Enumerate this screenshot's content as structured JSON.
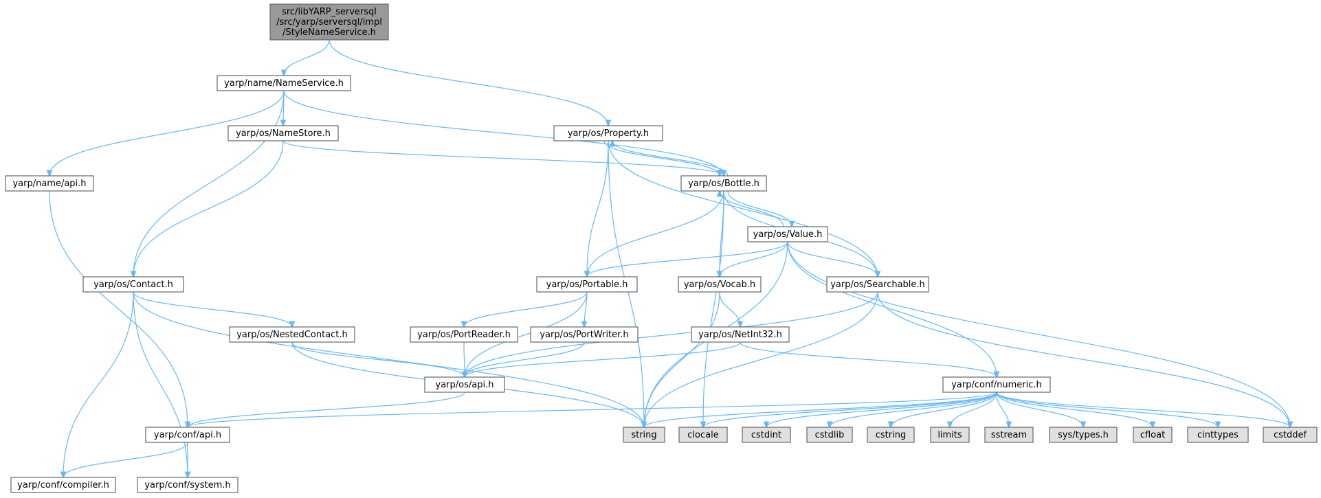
{
  "colors": {
    "root_fill": "#999999",
    "node_fill": "#ffffff",
    "external_fill": "#e0e0e0",
    "border": "#666666",
    "edge": "#63b8ff"
  },
  "nodes": [
    {
      "id": "root",
      "kind": "root",
      "lines": [
        "src/libYARP_serversql",
        "/src/yarp/serversql/impl",
        "/StyleNameService.h"
      ]
    },
    {
      "id": "nameservice",
      "kind": "header",
      "lines": [
        "yarp/name/NameService.h"
      ]
    },
    {
      "id": "nameapi",
      "kind": "header",
      "lines": [
        "yarp/name/api.h"
      ]
    },
    {
      "id": "namestore",
      "kind": "header",
      "lines": [
        "yarp/os/NameStore.h"
      ]
    },
    {
      "id": "property",
      "kind": "header",
      "lines": [
        "yarp/os/Property.h"
      ]
    },
    {
      "id": "bottle",
      "kind": "header",
      "lines": [
        "yarp/os/Bottle.h"
      ]
    },
    {
      "id": "value",
      "kind": "header",
      "lines": [
        "yarp/os/Value.h"
      ]
    },
    {
      "id": "contact",
      "kind": "header",
      "lines": [
        "yarp/os/Contact.h"
      ]
    },
    {
      "id": "portable",
      "kind": "header",
      "lines": [
        "yarp/os/Portable.h"
      ]
    },
    {
      "id": "vocab",
      "kind": "header",
      "lines": [
        "yarp/os/Vocab.h"
      ]
    },
    {
      "id": "searchable",
      "kind": "header",
      "lines": [
        "yarp/os/Searchable.h"
      ]
    },
    {
      "id": "nestedcontact",
      "kind": "header",
      "lines": [
        "yarp/os/NestedContact.h"
      ]
    },
    {
      "id": "portreader",
      "kind": "header",
      "lines": [
        "yarp/os/PortReader.h"
      ]
    },
    {
      "id": "portwriter",
      "kind": "header",
      "lines": [
        "yarp/os/PortWriter.h"
      ]
    },
    {
      "id": "netint32",
      "kind": "header",
      "lines": [
        "yarp/os/NetInt32.h"
      ]
    },
    {
      "id": "osapi",
      "kind": "header",
      "lines": [
        "yarp/os/api.h"
      ]
    },
    {
      "id": "numeric",
      "kind": "header",
      "lines": [
        "yarp/conf/numeric.h"
      ]
    },
    {
      "id": "confapi",
      "kind": "header",
      "lines": [
        "yarp/conf/api.h"
      ]
    },
    {
      "id": "compiler",
      "kind": "header",
      "lines": [
        "yarp/conf/compiler.h"
      ]
    },
    {
      "id": "system",
      "kind": "header",
      "lines": [
        "yarp/conf/system.h"
      ]
    },
    {
      "id": "string",
      "kind": "external",
      "lines": [
        "string"
      ]
    },
    {
      "id": "clocale",
      "kind": "external",
      "lines": [
        "clocale"
      ]
    },
    {
      "id": "cstdint",
      "kind": "external",
      "lines": [
        "cstdint"
      ]
    },
    {
      "id": "cstdlib",
      "kind": "external",
      "lines": [
        "cstdlib"
      ]
    },
    {
      "id": "cstring",
      "kind": "external",
      "lines": [
        "cstring"
      ]
    },
    {
      "id": "limits",
      "kind": "external",
      "lines": [
        "limits"
      ]
    },
    {
      "id": "sstream",
      "kind": "external",
      "lines": [
        "sstream"
      ]
    },
    {
      "id": "systypes",
      "kind": "external",
      "lines": [
        "sys/types.h"
      ]
    },
    {
      "id": "cfloat",
      "kind": "external",
      "lines": [
        "cfloat"
      ]
    },
    {
      "id": "cinttypes",
      "kind": "external",
      "lines": [
        "cinttypes"
      ]
    },
    {
      "id": "cstddef",
      "kind": "external",
      "lines": [
        "cstddef"
      ]
    }
  ],
  "edges": [
    [
      "root",
      "nameservice"
    ],
    [
      "root",
      "property"
    ],
    [
      "nameservice",
      "nameapi"
    ],
    [
      "nameservice",
      "namestore"
    ],
    [
      "nameservice",
      "contact"
    ],
    [
      "nameservice",
      "bottle"
    ],
    [
      "nameapi",
      "confapi"
    ],
    [
      "namestore",
      "contact"
    ],
    [
      "namestore",
      "bottle"
    ],
    [
      "property",
      "bottle"
    ],
    [
      "property",
      "string"
    ],
    [
      "property",
      "portable"
    ],
    [
      "property",
      "searchable"
    ],
    [
      "bottle",
      "property"
    ],
    [
      "bottle",
      "value"
    ],
    [
      "bottle",
      "portable"
    ],
    [
      "bottle",
      "vocab"
    ],
    [
      "bottle",
      "searchable"
    ],
    [
      "bottle",
      "clocale"
    ],
    [
      "value",
      "bottle"
    ],
    [
      "value",
      "portable"
    ],
    [
      "value",
      "vocab"
    ],
    [
      "value",
      "searchable"
    ],
    [
      "value",
      "string"
    ],
    [
      "value",
      "numeric"
    ],
    [
      "value",
      "cstddef"
    ],
    [
      "contact",
      "nestedcontact"
    ],
    [
      "contact",
      "string"
    ],
    [
      "contact",
      "compiler"
    ],
    [
      "contact",
      "system"
    ],
    [
      "portable",
      "portreader"
    ],
    [
      "portable",
      "portwriter"
    ],
    [
      "portable",
      "osapi"
    ],
    [
      "vocab",
      "netint32"
    ],
    [
      "vocab",
      "string"
    ],
    [
      "searchable",
      "osapi"
    ],
    [
      "searchable",
      "string"
    ],
    [
      "searchable",
      "cstddef"
    ],
    [
      "nestedcontact",
      "osapi"
    ],
    [
      "nestedcontact",
      "string"
    ],
    [
      "portreader",
      "osapi"
    ],
    [
      "portwriter",
      "osapi"
    ],
    [
      "netint32",
      "osapi"
    ],
    [
      "netint32",
      "numeric"
    ],
    [
      "osapi",
      "confapi"
    ],
    [
      "numeric",
      "confapi"
    ],
    [
      "numeric",
      "string"
    ],
    [
      "numeric",
      "clocale"
    ],
    [
      "numeric",
      "cstdint"
    ],
    [
      "numeric",
      "cstdlib"
    ],
    [
      "numeric",
      "cstring"
    ],
    [
      "numeric",
      "limits"
    ],
    [
      "numeric",
      "sstream"
    ],
    [
      "numeric",
      "systypes"
    ],
    [
      "numeric",
      "cfloat"
    ],
    [
      "numeric",
      "cinttypes"
    ],
    [
      "numeric",
      "cstddef"
    ],
    [
      "confapi",
      "compiler"
    ],
    [
      "confapi",
      "system"
    ]
  ]
}
